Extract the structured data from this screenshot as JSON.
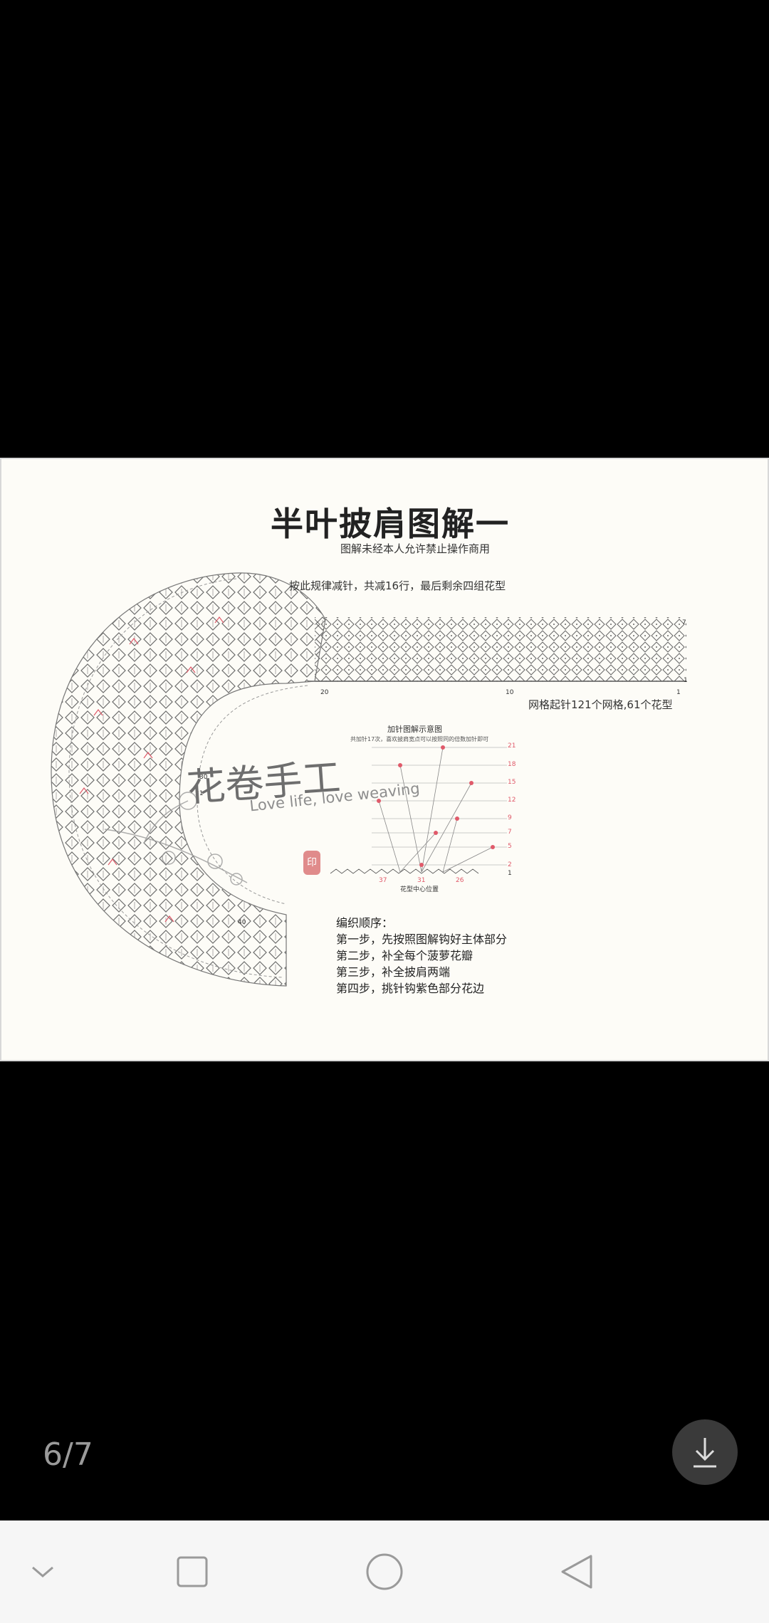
{
  "viewer": {
    "page_counter": "6/7"
  },
  "pattern": {
    "title": "半叶披肩图解一",
    "subtitle": "图解未经本人允许禁止操作商用",
    "decrease_note": "按此规律减针，共减16行，最后剩余四组花型",
    "base_note": "网格起针121个网格,61个花型",
    "row_labels": [
      "7",
      "1"
    ],
    "column_labels": [
      "20",
      "10",
      "1"
    ],
    "side_labels": [
      "30",
      "31",
      "40"
    ],
    "mini_chart": {
      "title": "加针图解示意图",
      "subtitle": "共加针17次，喜欢披肩宽点可以按照同的倍数加针即可",
      "row_numbers": [
        "21",
        "18",
        "15",
        "12",
        "9",
        "7",
        "5",
        "2",
        "1"
      ],
      "bottom_numbers": [
        "37",
        "31",
        "26"
      ],
      "caption": "花型中心位置"
    },
    "steps_title": "编织顺序：",
    "steps": [
      "第一步，先按照图解钩好主体部分",
      "第二步，补全每个菠萝花瓣",
      "第三步，补全披肩两端",
      "第四步，挑针钩紫色部分花边"
    ],
    "watermark": {
      "brand": "花卷手工",
      "slogan": "Love life, love weaving",
      "stamp": "印"
    }
  },
  "colors": {
    "background": "#000000",
    "paper": "#fdfcf7",
    "navbar": "#f6f6f6",
    "download_button": "#3a3a3a",
    "accent_red": "#e05a6a"
  },
  "icons": {
    "download": "download-icon",
    "back": "chevron-down-icon",
    "recents": "square-icon",
    "home": "circle-icon",
    "nav_back": "triangle-back-icon"
  }
}
